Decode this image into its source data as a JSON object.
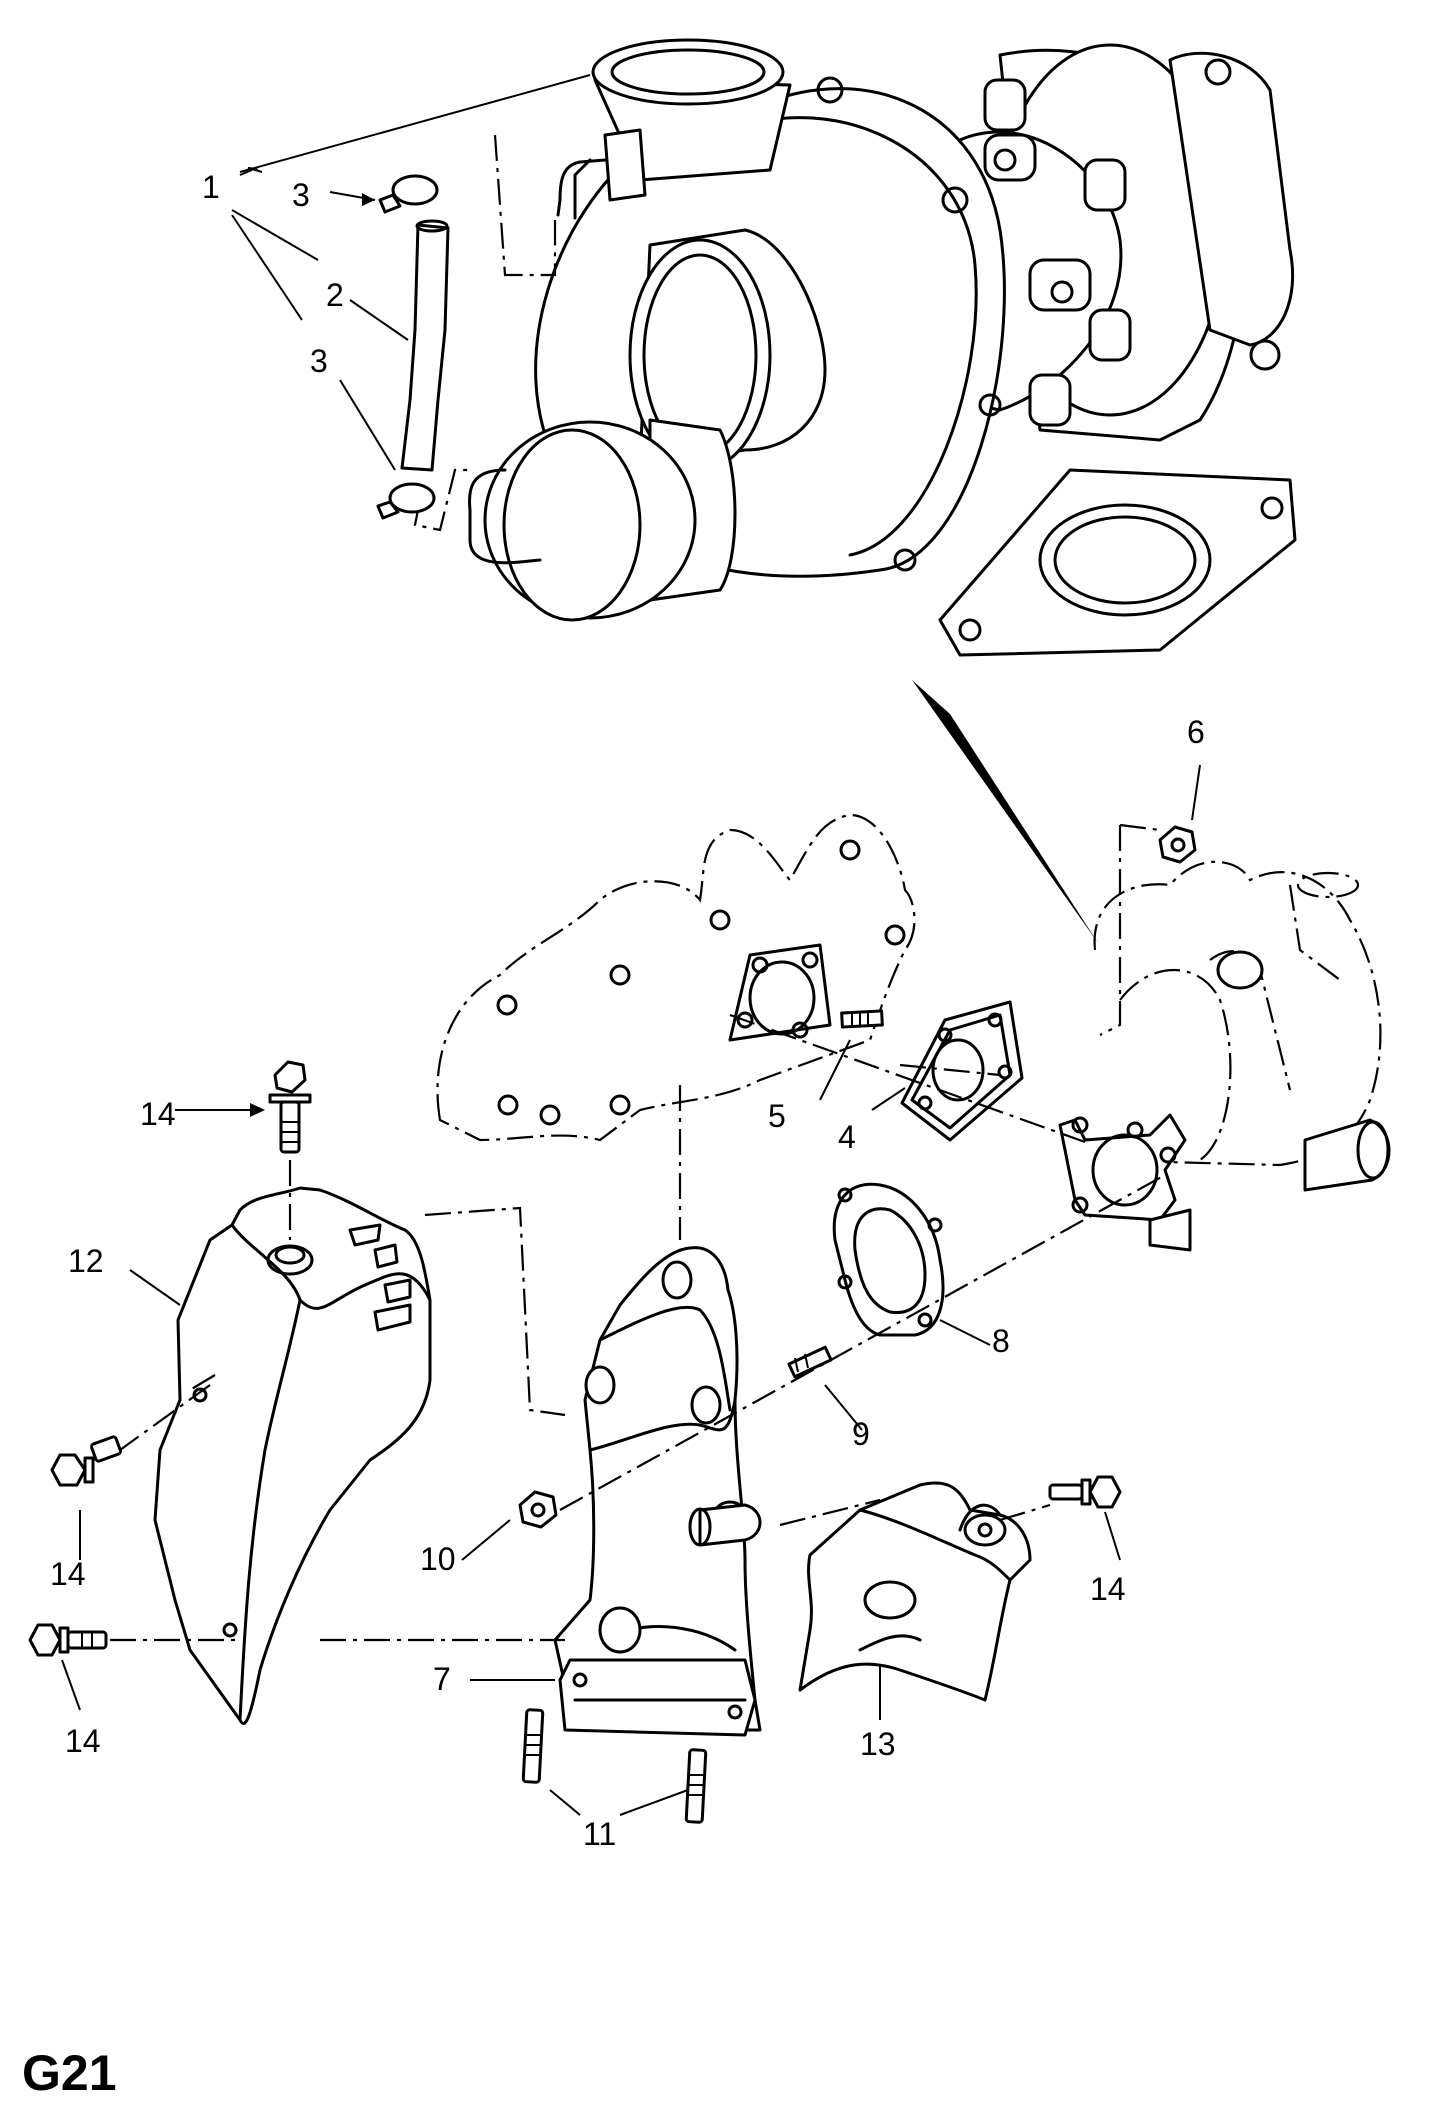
{
  "page_code": "G21",
  "callouts": {
    "c1": "1",
    "c2": "2",
    "c3a": "3",
    "c3b": "3",
    "c4": "4",
    "c5": "5",
    "c6": "6",
    "c7": "7",
    "c8": "8",
    "c9": "9",
    "c10": "10",
    "c11": "11",
    "c12": "12",
    "c13": "13",
    "c14a": "14",
    "c14b": "14",
    "c14c": "14",
    "c14d": "14"
  }
}
